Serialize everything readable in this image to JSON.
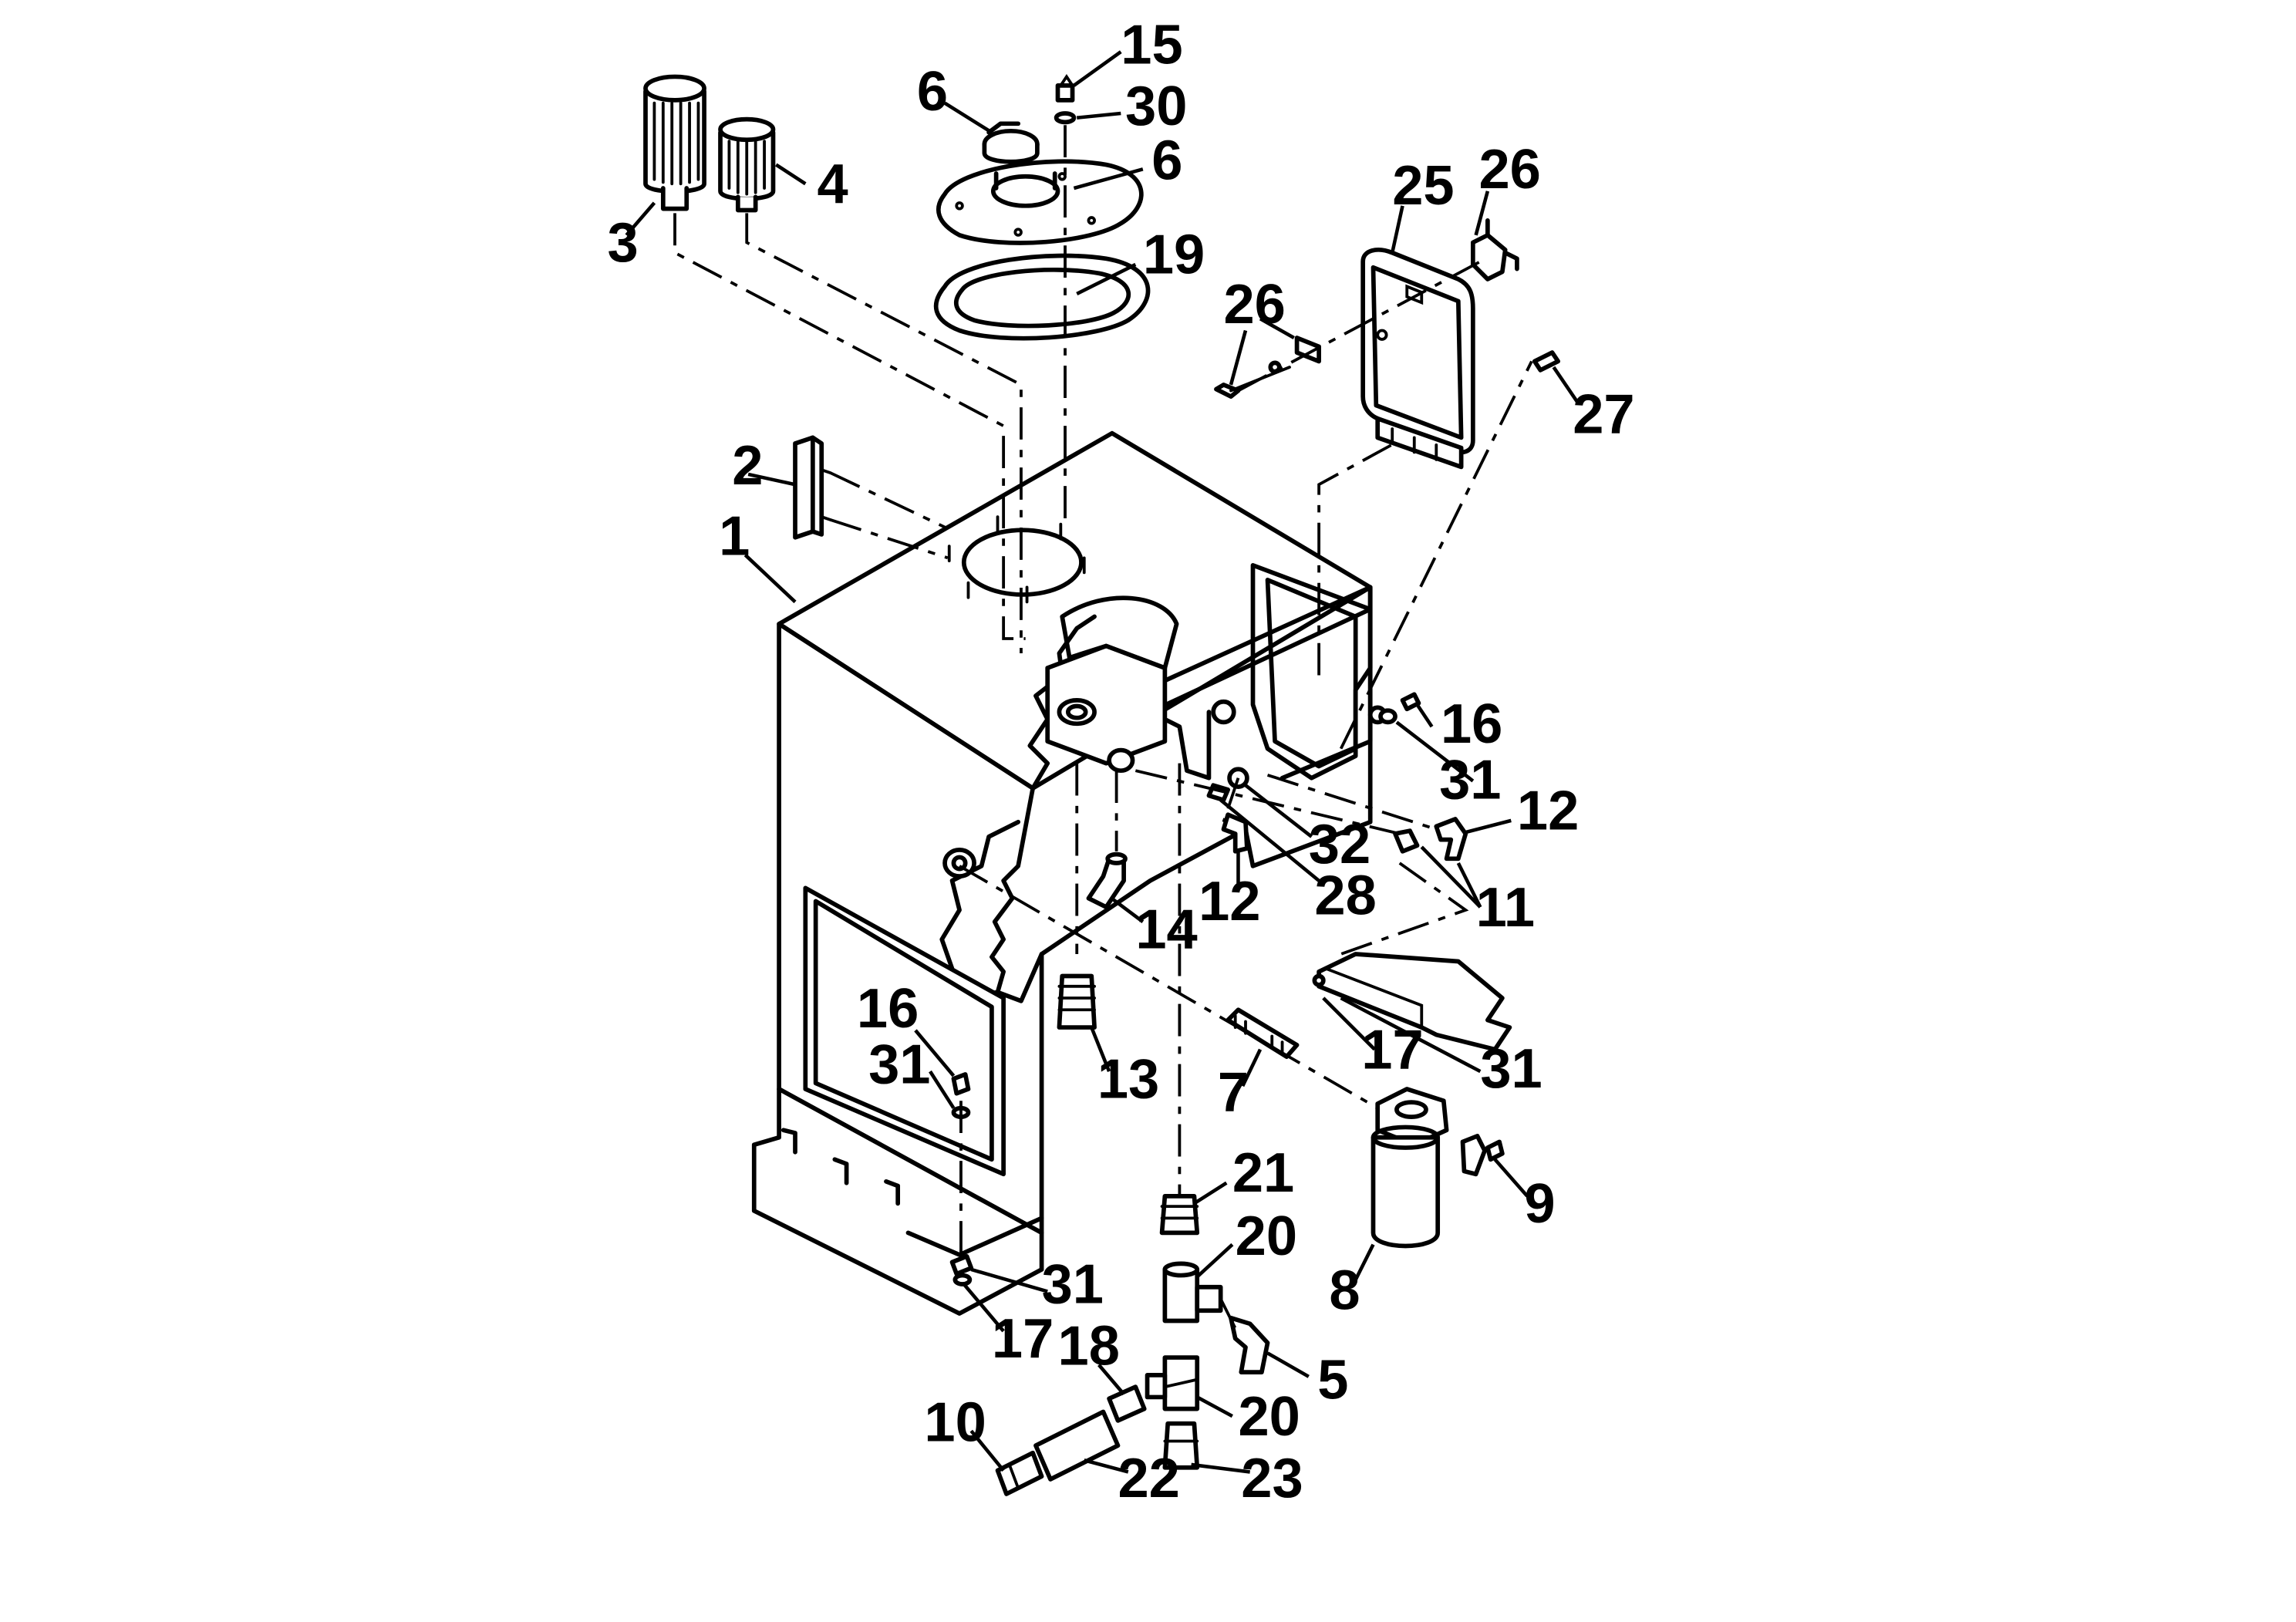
{
  "callouts": [
    {
      "id": "label-1",
      "text": "1"
    },
    {
      "id": "label-2",
      "text": "2"
    },
    {
      "id": "label-3",
      "text": "3"
    },
    {
      "id": "label-4",
      "text": "4"
    },
    {
      "id": "label-5",
      "text": "5"
    },
    {
      "id": "label-6a",
      "text": "6"
    },
    {
      "id": "label-6b",
      "text": "6"
    },
    {
      "id": "label-7",
      "text": "7"
    },
    {
      "id": "label-8",
      "text": "8"
    },
    {
      "id": "label-9",
      "text": "9"
    },
    {
      "id": "label-10",
      "text": "10"
    },
    {
      "id": "label-11",
      "text": "11"
    },
    {
      "id": "label-12a",
      "text": "12"
    },
    {
      "id": "label-12b",
      "text": "12"
    },
    {
      "id": "label-13",
      "text": "13"
    },
    {
      "id": "label-14",
      "text": "14"
    },
    {
      "id": "label-15",
      "text": "15"
    },
    {
      "id": "label-16a",
      "text": "16"
    },
    {
      "id": "label-16b",
      "text": "16"
    },
    {
      "id": "label-17a",
      "text": "17"
    },
    {
      "id": "label-17b",
      "text": "17"
    },
    {
      "id": "label-18",
      "text": "18"
    },
    {
      "id": "label-19",
      "text": "19"
    },
    {
      "id": "label-20a",
      "text": "20"
    },
    {
      "id": "label-20b",
      "text": "20"
    },
    {
      "id": "label-21",
      "text": "21"
    },
    {
      "id": "label-22",
      "text": "22"
    },
    {
      "id": "label-23",
      "text": "23"
    },
    {
      "id": "label-25",
      "text": "25"
    },
    {
      "id": "label-26a",
      "text": "26"
    },
    {
      "id": "label-26b",
      "text": "26"
    },
    {
      "id": "label-27",
      "text": "27"
    },
    {
      "id": "label-28",
      "text": "28"
    },
    {
      "id": "label-30",
      "text": "30"
    },
    {
      "id": "label-31a",
      "text": "31"
    },
    {
      "id": "label-31b",
      "text": "31"
    },
    {
      "id": "label-31c",
      "text": "31"
    },
    {
      "id": "label-31d",
      "text": "31"
    },
    {
      "id": "label-32",
      "text": "32"
    }
  ]
}
